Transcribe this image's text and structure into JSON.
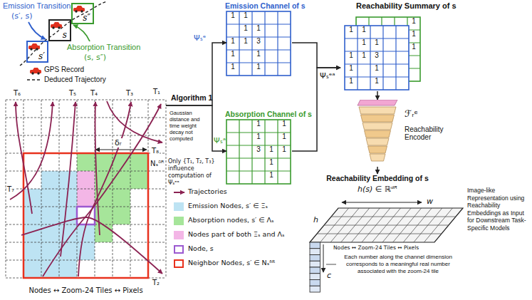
{
  "diagram": {
    "nodes": [
      {
        "text": [
          "s′"
        ]
      },
      {
        "text": [
          "s"
        ]
      },
      {
        "text": [
          "s″"
        ]
      },
      {
        "text": [
          "Nodes ↔ Zoom-24 Tiles ↔ Pixels"
        ]
      },
      {
        "text": [
          "Emission Channel of s"
        ]
      },
      {
        "text": [
          "Absorption Channel of s"
        ]
      },
      {
        "text": [
          "Reachability Summary of s"
        ]
      },
      {
        "text": [
          "ℱᵣᵉ",
          "Reachability Encoder"
        ]
      },
      {
        "text": [
          "Reachability Embedding of s",
          "h(s) ∈ ℝᵈᴿ"
        ]
      }
    ],
    "edges": [
      {
        "from": 3,
        "to": 4,
        "arrow": "to",
        "label": "Ψₛᵉ"
      },
      {
        "from": 3,
        "to": 5,
        "arrow": "to",
        "label": "Ψₛᵃ"
      },
      {
        "from": 4,
        "to": 6,
        "arrow": "to",
        "label": "Ψₛᵉᵃ"
      },
      {
        "from": 5,
        "to": 6,
        "arrow": "to"
      },
      {
        "from": 6,
        "to": 7,
        "arrow": "to"
      },
      {
        "from": 7,
        "to": 8,
        "arrow": "to"
      }
    ],
    "labels": [
      "Emission Transition",
      "(s′, s)",
      "Absorption Transition",
      "(s, s″)",
      "GPS Record",
      "Deduced Trajectory",
      "T₆",
      "T₅",
      "T₄",
      "T₃",
      "T₁",
      "T₈",
      "δᵣ",
      "Nₛᵟᴿ",
      "T₇",
      "T₂",
      "Algorithm 1",
      "Gaussian distance and time weight decay not computed",
      "Only {T₁, T₂, T₃} influence computation of Ψₛᵉᵃ",
      "1",
      "1",
      "1",
      "1",
      "1",
      "1",
      "3",
      "1",
      "1",
      "1",
      "1",
      "1",
      "1",
      "1",
      "1",
      "3",
      "1",
      "1",
      "1",
      "1",
      "1",
      "1",
      "1",
      "1",
      "1",
      "1",
      "3",
      "1",
      "1",
      "1",
      "1",
      "1",
      "1",
      "1",
      "w",
      "h",
      "c",
      "Nodes ↔ Zoom-24 Tiles ↔ Pixels",
      "Each number along the channel dimension corresponds to a meaningful real number associated with the zoom-24 tile",
      "Image-like Representation using Reachability Embeddings as Input for Downstream Task-Specific Models"
    ],
    "legend": [
      {
        "text": "Trajectories"
      },
      {
        "text": "Emission Nodes, s′ ∈ Ξₛ",
        "color": "#bde3f3"
      },
      {
        "text": "Absorption nodes, s′ ∈ Λₛ",
        "color": "#a6e59a"
      },
      {
        "text": "Nodes part of both Ξₛ and Λₛ",
        "color": "#f3b6e6"
      },
      {
        "text": "Node, s"
      },
      {
        "text": "Neighbor Nodes, s′ ∈ Nₛᵟᴿ"
      }
    ]
  }
}
